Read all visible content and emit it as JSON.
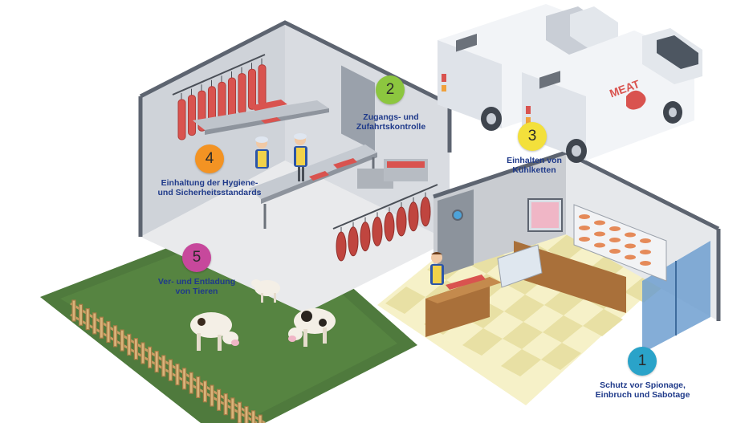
{
  "truck": {
    "logo_text": "MEAT"
  },
  "zones": [
    {
      "number": "1",
      "color": "#2aa3c9",
      "lines": [
        "Schutz vor Spionage,",
        "Einbruch und Sabotage"
      ]
    },
    {
      "number": "2",
      "color": "#8cc63f",
      "lines": [
        "Zugangs- und",
        "Zufahrtskontrolle"
      ]
    },
    {
      "number": "3",
      "color": "#f3e03b",
      "lines": [
        "Einhalten von",
        "Kühlketten"
      ]
    },
    {
      "number": "4",
      "color": "#f39323",
      "lines": [
        "Einhaltung der Hygiene-",
        "und Sicherheitsstandards"
      ]
    },
    {
      "number": "5",
      "color": "#c7489c",
      "lines": [
        "Ver- und Entladung",
        "von Tieren"
      ]
    }
  ],
  "colors": {
    "grass": "#4f7a3d",
    "fence": "#c8a066",
    "wall": "#d6d9de",
    "floor_tile_light": "#f6f1c8",
    "floor_tile_dark": "#e8e0a4",
    "meat": "#d9534f",
    "label_text": "#1f3a8a"
  }
}
